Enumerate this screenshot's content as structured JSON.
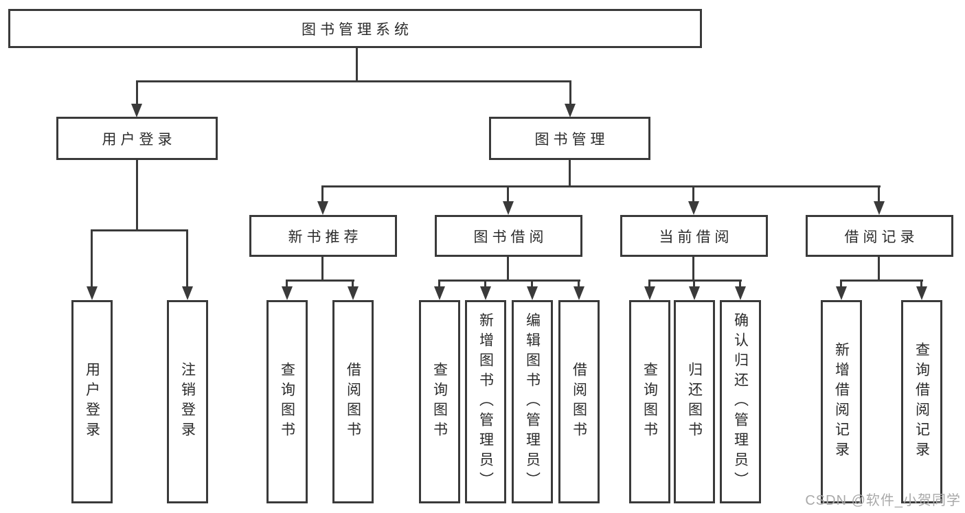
{
  "diagram_title": "图书管理系统",
  "nodes": {
    "root": {
      "label": "图书管理系统"
    },
    "user_login": {
      "label": "用户登录"
    },
    "book_mgmt": {
      "label": "图书管理"
    },
    "new_book_rec": {
      "label": "新书推荐"
    },
    "book_borrow": {
      "label": "图书借阅"
    },
    "current_borrow": {
      "label": "当前借阅"
    },
    "borrow_record": {
      "label": "借阅记录"
    },
    "leaves": {
      "ul_login": {
        "label": "用户登录"
      },
      "ul_logout": {
        "label": "注销登录"
      },
      "nbr_query": {
        "label": "查询图书"
      },
      "nbr_borrow": {
        "label": "借阅图书"
      },
      "bb_query": {
        "label": "查询图书"
      },
      "bb_add": {
        "label": "新增图书（管理员）"
      },
      "bb_edit": {
        "label": "编辑图书（管理员）"
      },
      "bb_borrow": {
        "label": "借阅图书"
      },
      "cb_query": {
        "label": "查询图书"
      },
      "cb_return": {
        "label": "归还图书"
      },
      "cb_confirm": {
        "label": "确认归还（管理员）"
      },
      "br_add": {
        "label": "新增借阅记录"
      },
      "br_query": {
        "label": "查询借阅记录"
      }
    }
  },
  "edges": [
    {
      "from": "图书管理系统",
      "to": [
        "用户登录",
        "图书管理"
      ]
    },
    {
      "from": "用户登录",
      "to": [
        "用户登录",
        "注销登录"
      ]
    },
    {
      "from": "图书管理",
      "to": [
        "新书推荐",
        "图书借阅",
        "当前借阅",
        "借阅记录"
      ]
    },
    {
      "from": "新书推荐",
      "to": [
        "查询图书",
        "借阅图书"
      ]
    },
    {
      "from": "图书借阅",
      "to": [
        "查询图书",
        "新增图书（管理员）",
        "编辑图书（管理员）",
        "借阅图书"
      ]
    },
    {
      "from": "当前借阅",
      "to": [
        "查询图书",
        "归还图书",
        "确认归还（管理员）"
      ]
    },
    {
      "from": "借阅记录",
      "to": [
        "新增借阅记录",
        "查询借阅记录"
      ]
    }
  ],
  "watermark": {
    "text": "CSDN @软件_小贺同学"
  },
  "colors": {
    "line": "#3a3a3a",
    "text": "#2b2b2b",
    "watermark": "#a9a9a9",
    "background": "#ffffff"
  }
}
